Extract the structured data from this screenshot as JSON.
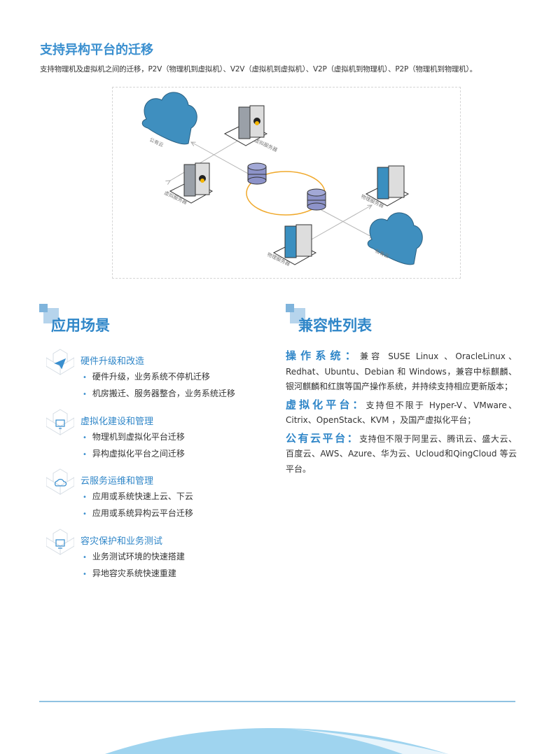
{
  "header": {
    "title": "支持异构平台的迁移",
    "subtitle": "支持物理机及虚拟机之间的迁移，P2V（物理机到虚拟机）、V2V（虚拟机到虚拟机）、V2P（虚拟机到物理机）、P2P（物理机到物理机）。"
  },
  "diagram": {
    "labels": {
      "public_cloud": "公有云",
      "private_cloud": "私有云",
      "virtual_server_1": "虚拟服务器",
      "virtual_server_2": "虚拟服务器",
      "physical_server_1": "物理服务器",
      "physical_server_2": "物理服务器"
    }
  },
  "scenarios": {
    "heading": "应用场景",
    "items": [
      {
        "icon": "paper-plane-icon",
        "title": "硬件升级和改造",
        "bullets": [
          "硬件升级，业务系统不停机迁移",
          "机房搬迁、服务器整合，业务系统迁移"
        ]
      },
      {
        "icon": "monitor-icon",
        "title": "虚拟化建设和管理",
        "bullets": [
          "物理机到虚拟化平台迁移",
          "异构虚拟化平台之间迁移"
        ]
      },
      {
        "icon": "cloud-icon",
        "title": "云服务运维和管理",
        "bullets": [
          "应用或系统快速上云、下云",
          "应用或系统异构云平台迁移"
        ]
      },
      {
        "icon": "shield-screen-icon",
        "title": "容灾保护和业务测试",
        "bullets": [
          "业务测试环境的快速搭建",
          "异地容灾系统快速重建"
        ]
      }
    ]
  },
  "compatibility": {
    "heading": "兼容性列表",
    "entries": [
      {
        "label": "操作系统：",
        "text": "兼容 SUSE Linux 、OracleLinux、Redhat、Ubuntu、Debian 和 Windows，兼容中标麒麟、银河麒麟和红旗等国产操作系统，并持续支持相应更新版本；"
      },
      {
        "label": "虚拟化平台：",
        "text": "支持但不限于 Hyper-V、VMware、Citrix、OpenStack、KVM ，及国产虚拟化平台；"
      },
      {
        "label": "公有云平台：",
        "text": "支持但不限于阿里云、腾讯云、盛大云、百度云、AWS、Azure、华为云、Ucloud和QingCloud 等云平台。"
      }
    ]
  },
  "colors": {
    "accent": "#2f86c8",
    "cloud": "#3f8fbf",
    "db": "#8d93c9",
    "ring": "#f0a92c"
  }
}
